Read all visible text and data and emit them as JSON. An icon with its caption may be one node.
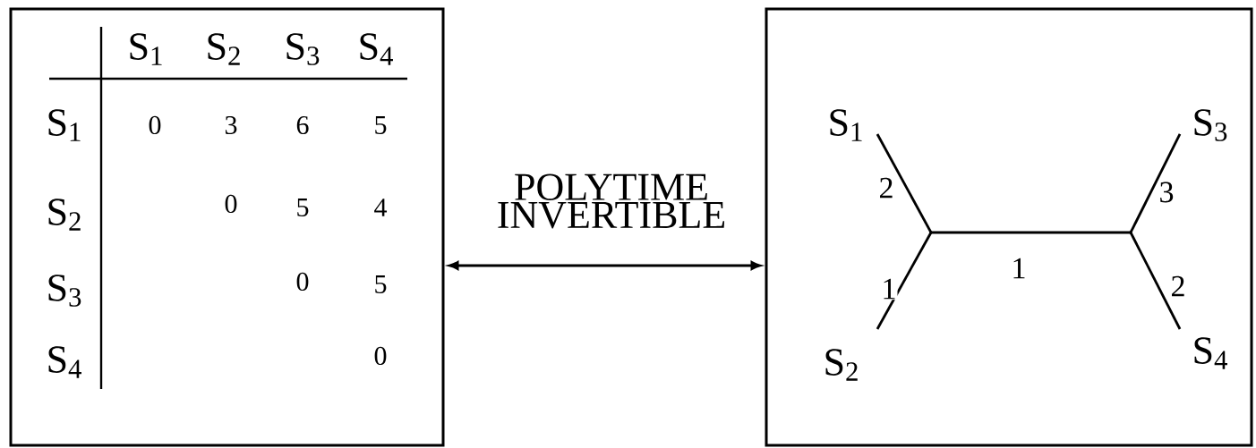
{
  "diagram": {
    "nodes": [
      {
        "text": [],
        "shape": "box"
      },
      {
        "text": [],
        "shape": "box"
      },
      {
        "text": [
          "S$_{1}$"
        ],
        "in": 1
      },
      {
        "text": [
          "S$_{2}$"
        ],
        "in": 1
      },
      {
        "text": [],
        "shape": "point",
        "in": 1
      },
      {
        "text": [],
        "shape": "point",
        "in": 1
      },
      {
        "text": [
          "S$_{3}$"
        ],
        "in": 1
      },
      {
        "text": [
          "S$_{4}$"
        ],
        "in": 1
      }
    ],
    "edges": [
      {
        "from": 0,
        "to": 1,
        "arrow": "both",
        "label": "POLYTIME INVERTIBLE"
      },
      {
        "from": 2,
        "to": 4,
        "arrow": "none",
        "label": "2"
      },
      {
        "from": 3,
        "to": 4,
        "arrow": "none",
        "label": "1"
      },
      {
        "from": 4,
        "to": 5,
        "arrow": "none",
        "label": "1"
      },
      {
        "from": 5,
        "to": 6,
        "arrow": "none",
        "label": "3"
      },
      {
        "from": 5,
        "to": 7,
        "arrow": "none",
        "label": "2"
      }
    ],
    "labels": [
      "S$_{1}$",
      "S$_{2}$",
      "S$_{3}$",
      "S$_{4}$",
      "S$_{1}$",
      "0",
      "3",
      "6",
      "5",
      "S$_{2}$",
      "0",
      "5",
      "4",
      "S$_{3}$",
      "0",
      "5",
      "S$_{4}$",
      "0"
    ]
  }
}
